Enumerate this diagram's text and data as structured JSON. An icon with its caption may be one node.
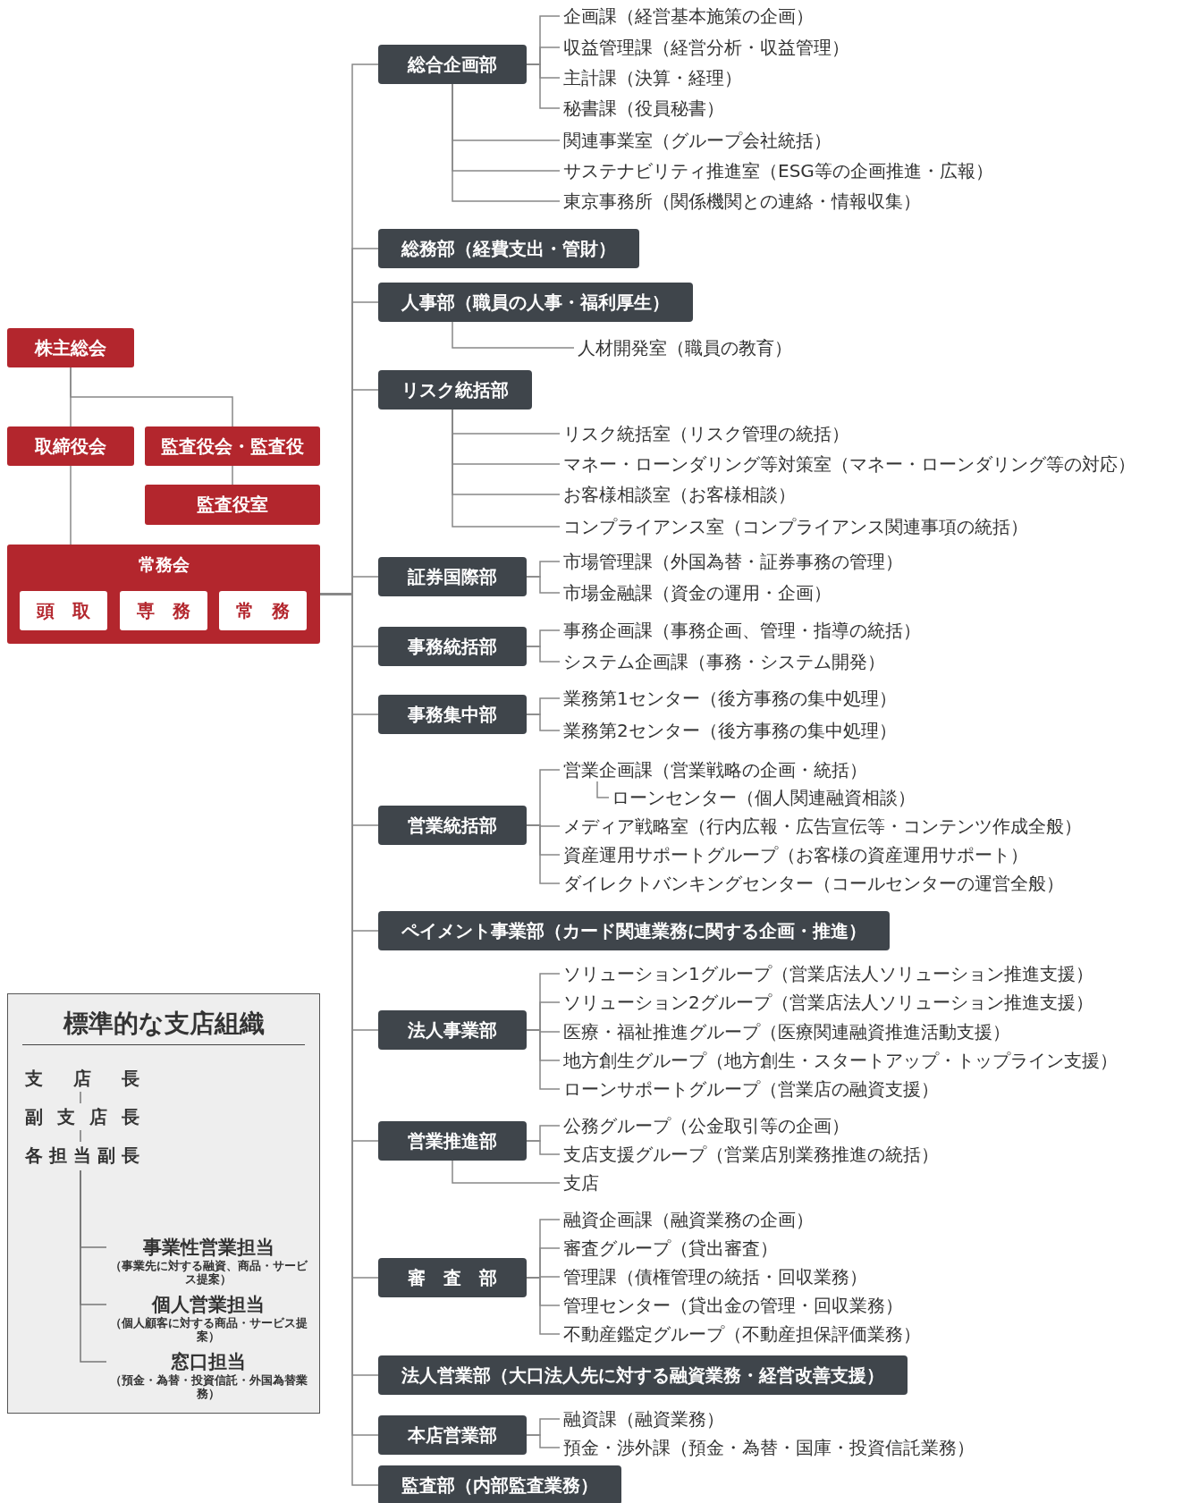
{
  "diagram": {
    "nodes": [
      {
        "text": [
          "株主総会"
        ]
      },
      {
        "text": [
          "取締役会"
        ]
      },
      {
        "text": [
          "監査役会・監査役"
        ]
      },
      {
        "text": [
          "監査役室"
        ]
      },
      {
        "text": [
          "常務会"
        ]
      },
      {
        "text": [
          "頭　取"
        ],
        "in": 4
      },
      {
        "text": [
          "専　務"
        ],
        "in": 4
      },
      {
        "text": [
          "常　務"
        ],
        "in": 4
      },
      {
        "text": [
          "標準的な支店組織"
        ]
      },
      {
        "text": [
          "支店長"
        ],
        "in": 8
      },
      {
        "text": [
          "副支店長"
        ],
        "in": 8
      },
      {
        "text": [
          "各担当副長"
        ],
        "in": 8
      },
      {
        "text": [
          "事業性営業担当",
          "（事業先に対する融資、商品・サービス提案）"
        ],
        "in": 8
      },
      {
        "text": [
          "個人営業担当",
          "（個人顧客に対する商品・サービス提案）"
        ],
        "in": 8
      },
      {
        "text": [
          "窓口担当",
          "（預金・為替・投資信託・外国為替業務）"
        ],
        "in": 8
      },
      {
        "text": [
          "総合企画部"
        ]
      },
      {
        "text": [
          "企画課（経営基本施策の企画）"
        ]
      },
      {
        "text": [
          "収益管理課（経営分析・収益管理）"
        ]
      },
      {
        "text": [
          "主計課（決算・経理）"
        ]
      },
      {
        "text": [
          "秘書課（役員秘書）"
        ]
      },
      {
        "text": [
          "関連事業室（グループ会社統括）"
        ]
      },
      {
        "text": [
          "サステナビリティ推進室（ESG等の企画推進・広報）"
        ]
      },
      {
        "text": [
          "東京事務所（関係機関との連絡・情報収集）"
        ]
      },
      {
        "text": [
          "総務部（経費支出・管財）"
        ]
      },
      {
        "text": [
          "人事部（職員の人事・福利厚生）"
        ]
      },
      {
        "text": [
          "人材開発室（職員の教育）"
        ]
      },
      {
        "text": [
          "リスク統括部"
        ]
      },
      {
        "text": [
          "リスク統括室（リスク管理の統括）"
        ]
      },
      {
        "text": [
          "マネー・ローンダリング等対策室（マネー・ローンダリング等の対応）"
        ]
      },
      {
        "text": [
          "お客様相談室（お客様相談）"
        ]
      },
      {
        "text": [
          "コンプライアンス室（コンプライアンス関連事項の統括）"
        ]
      },
      {
        "text": [
          "証券国際部"
        ]
      },
      {
        "text": [
          "市場管理課（外国為替・証券事務の管理）"
        ]
      },
      {
        "text": [
          "市場金融課（資金の運用・企画）"
        ]
      },
      {
        "text": [
          "事務統括部"
        ]
      },
      {
        "text": [
          "事務企画課（事務企画、管理・指導の統括）"
        ]
      },
      {
        "text": [
          "システム企画課（事務・システム開発）"
        ]
      },
      {
        "text": [
          "事務集中部"
        ]
      },
      {
        "text": [
          "業務第1センター（後方事務の集中処理）"
        ]
      },
      {
        "text": [
          "業務第2センター（後方事務の集中処理）"
        ]
      },
      {
        "text": [
          "営業統括部"
        ]
      },
      {
        "text": [
          "営業企画課（営業戦略の企画・統括）"
        ]
      },
      {
        "text": [
          "ローンセンター（個人関連融資相談）"
        ]
      },
      {
        "text": [
          "メディア戦略室（行内広報・広告宣伝等・コンテンツ作成全般）"
        ]
      },
      {
        "text": [
          "資産運用サポートグループ（お客様の資産運用サポート）"
        ]
      },
      {
        "text": [
          "ダイレクトバンキングセンター（コールセンターの運営全般）"
        ]
      },
      {
        "text": [
          "ペイメント事業部（カード関連業務に関する企画・推進）"
        ]
      },
      {
        "text": [
          "法人事業部"
        ]
      },
      {
        "text": [
          "ソリューション1グループ（営業店法人ソリューション推進支援）"
        ]
      },
      {
        "text": [
          "ソリューション2グループ（営業店法人ソリューション推進支援）"
        ]
      },
      {
        "text": [
          "医療・福祉推進グループ（医療関連融資推進活動支援）"
        ]
      },
      {
        "text": [
          "地方創生グループ（地方創生・スタートアップ・トップライン支援）"
        ]
      },
      {
        "text": [
          "ローンサポートグループ（営業店の融資支援）"
        ]
      },
      {
        "text": [
          "営業推進部"
        ]
      },
      {
        "text": [
          "公務グループ（公金取引等の企画）"
        ]
      },
      {
        "text": [
          "支店支援グループ（営業店別業務推進の統括）"
        ]
      },
      {
        "text": [
          "支店"
        ]
      },
      {
        "text": [
          "審　査　部"
        ]
      },
      {
        "text": [
          "融資企画課（融資業務の企画）"
        ]
      },
      {
        "text": [
          "審査グループ（貸出審査）"
        ]
      },
      {
        "text": [
          "管理課（債権管理の統括・回収業務）"
        ]
      },
      {
        "text": [
          "管理センター（貸出金の管理・回収業務）"
        ]
      },
      {
        "text": [
          "不動産鑑定グループ（不動産担保評価業務）"
        ]
      },
      {
        "text": [
          "法人営業部（大口法人先に対する融資業務・経営改善支援）"
        ]
      },
      {
        "text": [
          "本店営業部"
        ]
      },
      {
        "text": [
          "融資課（融資業務）"
        ]
      },
      {
        "text": [
          "預金・渉外課（預金・為替・国庫・投資信託業務）"
        ]
      },
      {
        "text": [
          "監査部（内部監査業務）"
        ]
      }
    ],
    "edges": [
      {
        "from": 0,
        "to": 1,
        "arrow": "none"
      },
      {
        "from": 0,
        "to": 2,
        "arrow": "none"
      },
      {
        "from": 2,
        "to": 3,
        "arrow": "none"
      },
      {
        "from": 1,
        "to": 4,
        "arrow": "none"
      },
      {
        "from": 9,
        "to": 10,
        "arrow": "none"
      },
      {
        "from": 10,
        "to": 11,
        "arrow": "none"
      },
      {
        "from": 11,
        "to": 12,
        "arrow": "none"
      },
      {
        "from": 11,
        "to": 13,
        "arrow": "none"
      },
      {
        "from": 11,
        "to": 14,
        "arrow": "none"
      },
      {
        "from": 4,
        "to": 15,
        "arrow": "none"
      },
      {
        "from": 4,
        "to": 23,
        "arrow": "none"
      },
      {
        "from": 4,
        "to": 24,
        "arrow": "none"
      },
      {
        "from": 4,
        "to": 26,
        "arrow": "none"
      },
      {
        "from": 4,
        "to": 31,
        "arrow": "none"
      },
      {
        "from": 4,
        "to": 34,
        "arrow": "none"
      },
      {
        "from": 4,
        "to": 37,
        "arrow": "none"
      },
      {
        "from": 4,
        "to": 40,
        "arrow": "none"
      },
      {
        "from": 4,
        "to": 46,
        "arrow": "none"
      },
      {
        "from": 4,
        "to": 47,
        "arrow": "none"
      },
      {
        "from": 4,
        "to": 53,
        "arrow": "none"
      },
      {
        "from": 4,
        "to": 57,
        "arrow": "none"
      },
      {
        "from": 4,
        "to": 63,
        "arrow": "none"
      },
      {
        "from": 4,
        "to": 64,
        "arrow": "none"
      },
      {
        "from": 4,
        "to": 67,
        "arrow": "none"
      },
      {
        "from": 15,
        "to": 16,
        "arrow": "none"
      },
      {
        "from": 15,
        "to": 17,
        "arrow": "none"
      },
      {
        "from": 15,
        "to": 18,
        "arrow": "none"
      },
      {
        "from": 15,
        "to": 19,
        "arrow": "none"
      },
      {
        "from": 15,
        "to": 20,
        "arrow": "none"
      },
      {
        "from": 15,
        "to": 21,
        "arrow": "none"
      },
      {
        "from": 15,
        "to": 22,
        "arrow": "none"
      },
      {
        "from": 24,
        "to": 25,
        "arrow": "none"
      },
      {
        "from": 26,
        "to": 27,
        "arrow": "none"
      },
      {
        "from": 26,
        "to": 28,
        "arrow": "none"
      },
      {
        "from": 26,
        "to": 29,
        "arrow": "none"
      },
      {
        "from": 26,
        "to": 30,
        "arrow": "none"
      },
      {
        "from": 31,
        "to": 32,
        "arrow": "none"
      },
      {
        "from": 31,
        "to": 33,
        "arrow": "none"
      },
      {
        "from": 34,
        "to": 35,
        "arrow": "none"
      },
      {
        "from": 34,
        "to": 36,
        "arrow": "none"
      },
      {
        "from": 37,
        "to": 38,
        "arrow": "none"
      },
      {
        "from": 37,
        "to": 39,
        "arrow": "none"
      },
      {
        "from": 40,
        "to": 41,
        "arrow": "none"
      },
      {
        "from": 41,
        "to": 42,
        "arrow": "none"
      },
      {
        "from": 40,
        "to": 43,
        "arrow": "none"
      },
      {
        "from": 40,
        "to": 44,
        "arrow": "none"
      },
      {
        "from": 40,
        "to": 45,
        "arrow": "none"
      },
      {
        "from": 47,
        "to": 48,
        "arrow": "none"
      },
      {
        "from": 47,
        "to": 49,
        "arrow": "none"
      },
      {
        "from": 47,
        "to": 50,
        "arrow": "none"
      },
      {
        "from": 47,
        "to": 51,
        "arrow": "none"
      },
      {
        "from": 47,
        "to": 52,
        "arrow": "none"
      },
      {
        "from": 53,
        "to": 54,
        "arrow": "none"
      },
      {
        "from": 53,
        "to": 55,
        "arrow": "none"
      },
      {
        "from": 53,
        "to": 56,
        "arrow": "none"
      },
      {
        "from": 57,
        "to": 58,
        "arrow": "none"
      },
      {
        "from": 57,
        "to": 59,
        "arrow": "none"
      },
      {
        "from": 57,
        "to": 60,
        "arrow": "none"
      },
      {
        "from": 57,
        "to": 61,
        "arrow": "none"
      },
      {
        "from": 57,
        "to": 62,
        "arrow": "none"
      },
      {
        "from": 64,
        "to": 65,
        "arrow": "none"
      },
      {
        "from": 64,
        "to": 66,
        "arrow": "none"
      }
    ]
  }
}
